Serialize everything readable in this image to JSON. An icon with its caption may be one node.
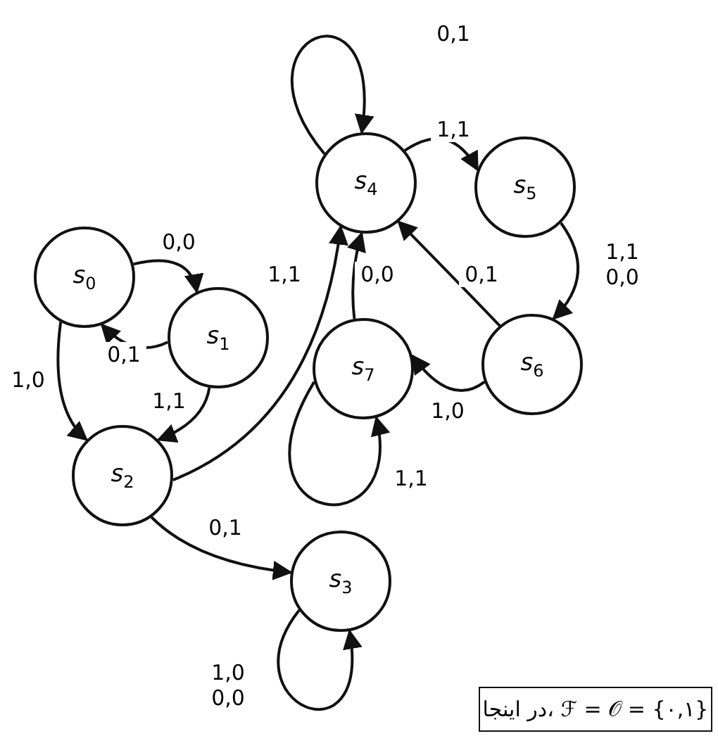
{
  "diagram": {
    "nodes": [
      {
        "text": [
          "*s*$_{0}$"
        ]
      },
      {
        "text": [
          "*s*$_{1}$"
        ]
      },
      {
        "text": [
          "*s*$_{2}$"
        ]
      },
      {
        "text": [
          "*s*$_{3}$"
        ]
      },
      {
        "text": [
          "*s*$_{4}$"
        ]
      },
      {
        "text": [
          "*s*$_{5}$"
        ]
      },
      {
        "text": [
          "*s*$_{6}$"
        ]
      },
      {
        "text": [
          "*s*$_{7}$"
        ]
      }
    ],
    "edges": [
      {
        "from": 0,
        "to": 1,
        "arrow": "to",
        "label": "0,0"
      },
      {
        "from": 1,
        "to": 0,
        "arrow": "to",
        "label": "0,1"
      },
      {
        "from": 0,
        "to": 2,
        "arrow": "to",
        "label": "1,0"
      },
      {
        "from": 1,
        "to": 2,
        "arrow": "to",
        "label": "1,1"
      },
      {
        "from": 2,
        "to": 4,
        "arrow": "to",
        "label": "1,1"
      },
      {
        "from": 2,
        "to": 3,
        "arrow": "to",
        "label": "0,1"
      },
      {
        "from": 3,
        "to": 3,
        "arrow": "to",
        "label": "1,0 0,0"
      },
      {
        "from": 4,
        "to": 4,
        "arrow": "to",
        "label": "0,1"
      },
      {
        "from": 4,
        "to": 5,
        "arrow": "to",
        "label": "1,1"
      },
      {
        "from": 5,
        "to": 6,
        "arrow": "to",
        "label": "1,1 0,0"
      },
      {
        "from": 6,
        "to": 4,
        "arrow": "to",
        "label": "0,1"
      },
      {
        "from": 6,
        "to": 7,
        "arrow": "to",
        "label": "1,0"
      },
      {
        "from": 7,
        "to": 4,
        "arrow": "to",
        "label": "0,0"
      },
      {
        "from": 7,
        "to": 7,
        "arrow": "to",
        "label": "1,1"
      }
    ],
    "labels": [
      "در اینجا، ℱ = 𝒪 = {۰,۱}"
    ]
  }
}
